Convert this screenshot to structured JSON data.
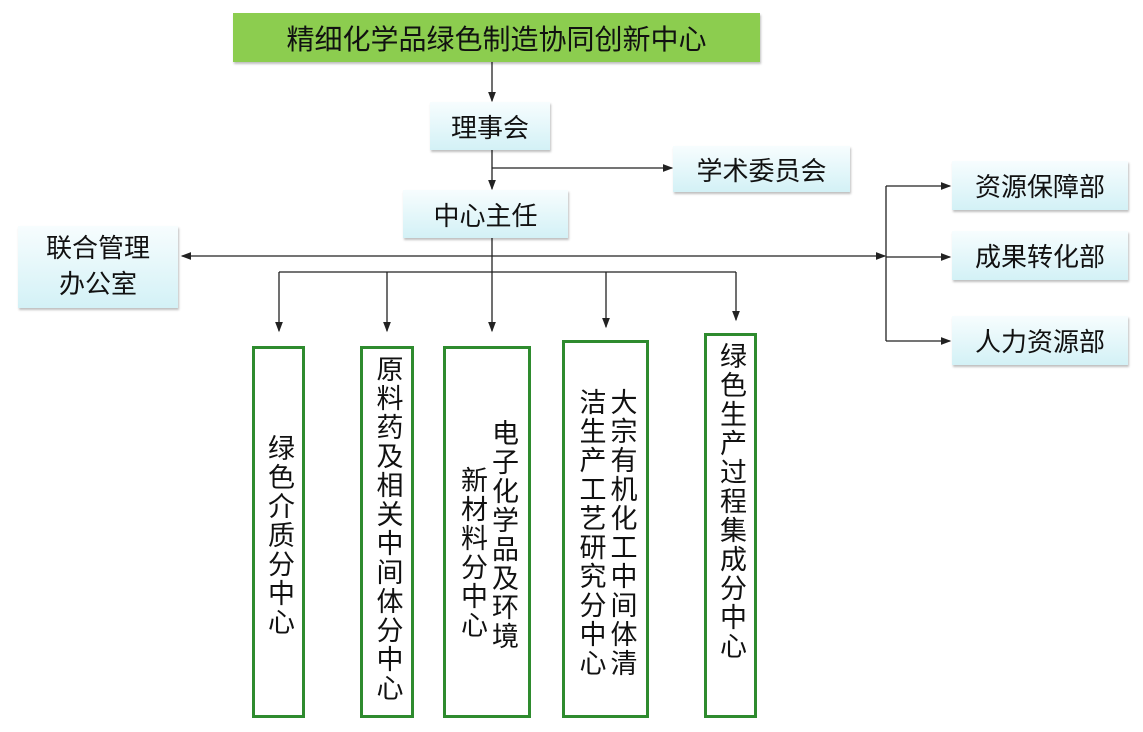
{
  "title": "精细化学品绿色制造协同创新中心",
  "board": "理事会",
  "academic_committee": "学术委员会",
  "director": "中心主任",
  "joint_office": "联合管理办公室",
  "departments": [
    "资源保障部",
    "成果转化部",
    "人力资源部"
  ],
  "sub_centers": [
    {
      "lines": [
        "绿色介质分中心"
      ]
    },
    {
      "lines": [
        "原料药及相关中间体分中心"
      ]
    },
    {
      "lines": [
        "电子化学品及环境",
        "新材料分中心"
      ]
    },
    {
      "lines": [
        "大宗有机化工中间体清",
        "洁生产工艺研究分中心"
      ]
    },
    {
      "lines": [
        "绿色生产过程集成分中心"
      ]
    }
  ],
  "colors": {
    "title_bg": "#8ccd4f",
    "sub_border": "#2e8b2e",
    "box_bg": "#d3f1f6"
  }
}
